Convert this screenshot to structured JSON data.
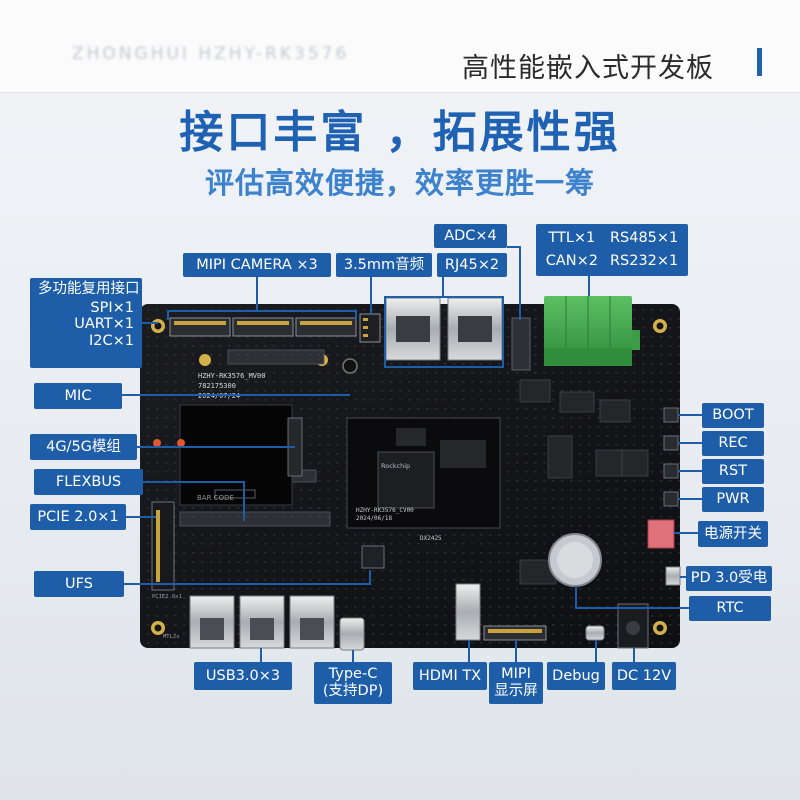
{
  "header": {
    "brand_name": "ZHONGHUI HZHY-RK3576",
    "product_title": "高性能嵌入式开发板"
  },
  "hero": {
    "headline": "接口丰富 ，拓展性强",
    "subheadline": "评估高效便捷，效率更胜一筹"
  },
  "board": {
    "model_text": "HZHY-RK3576_MV00",
    "serial_text": "782175300",
    "date_text": "2024/07/24",
    "som_model_text": "HZHY-RK3576_CV00",
    "som_date_text": "2024/06/18",
    "som_lot_text": "DX2425",
    "chip_brand_text": "Rockchip",
    "bar_code_text": "BAR CODE",
    "pcie_silk_text": "PCIE2.0x1",
    "mtl_silk_text": "MTL2x"
  },
  "labels": {
    "multi_func": {
      "title": "多功能复用接口",
      "lines": [
        "SPI×1",
        "UART×1",
        "I2C×1"
      ]
    },
    "mic": "MIC",
    "modem": "4G/5G模组",
    "flexbus": "FLEXBUS",
    "pcie": "PCIE 2.0×1",
    "ufs": "UFS",
    "mipi_camera": "MIPI CAMERA ×3",
    "audio": "3.5mm音频",
    "rj45": "RJ45×2",
    "adc": "ADC×4",
    "serial_bus": [
      "TTL×1",
      "RS485×1",
      "CAN×2",
      "RS232×1"
    ],
    "boot": "BOOT",
    "rec": "REC",
    "rst": "RST",
    "pwr": "PWR",
    "power_switch": "电源开关",
    "pd": "PD 3.0受电",
    "rtc": "RTC",
    "usb3": "USB3.0×3",
    "typec": [
      "Type-C",
      "(支持DP)"
    ],
    "hdmi": "HDMI TX",
    "mipi_dsi": [
      "MIPI",
      "显示屏"
    ],
    "debug": "Debug",
    "dc": "DC 12V"
  },
  "colors": {
    "label_bg": "#1e5ea8",
    "headline": "#1f62b4",
    "subheadline": "#3d82cc",
    "pcb": "#141518",
    "terminal_green": "#3fa34a"
  }
}
